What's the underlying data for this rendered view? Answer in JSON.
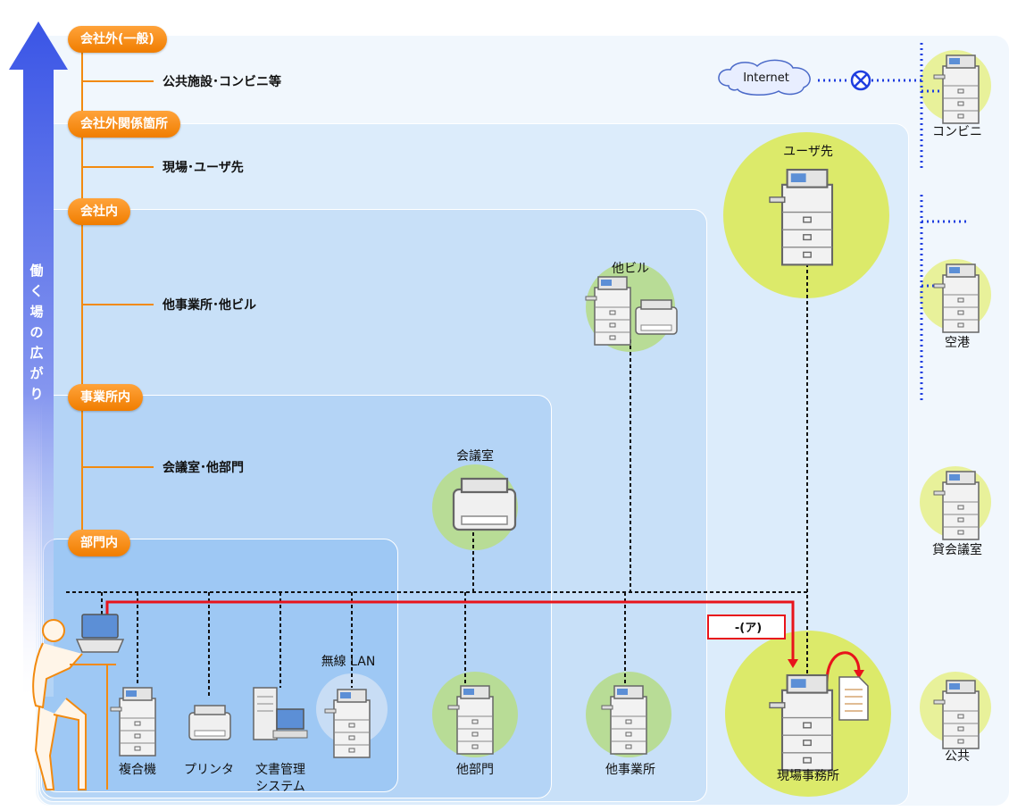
{
  "arrow": {
    "chars": [
      "働",
      "く",
      "場",
      "の",
      "広",
      "が",
      "り"
    ]
  },
  "levels": {
    "general": "会社外(一般)",
    "related": "会社外関係箇所",
    "internal": "会社内",
    "office": "事業所内",
    "dept": "部門内"
  },
  "sublevels": {
    "public": "公共施設･コンビニ等",
    "site": "現場･ユーザ先",
    "building": "他事業所･他ビル",
    "meeting": "会議室･他部門"
  },
  "cloud": {
    "label": "Internet"
  },
  "nodes": {
    "mfp": "複合機",
    "printer": "プリンタ",
    "docsys_line1": "文書管理",
    "docsys_line2": "システム",
    "wlan": "無線 LAN",
    "meeting_room": "会議室",
    "other_dept": "他部門",
    "other_building": "他ビル",
    "other_office": "他事業所",
    "user_site": "ユーザ先",
    "site_office": "現場事務所",
    "conveni": "コンビニ",
    "airport": "空港",
    "rental_room": "貸会議室",
    "public": "公共"
  },
  "callout": {
    "label": "-(ア)"
  },
  "colors": {
    "orange": "#f28a0f",
    "red": "#e8141b",
    "blue_dots": "#1f3ee0",
    "lime": "#dcea6a",
    "green": "#b8dc96"
  }
}
